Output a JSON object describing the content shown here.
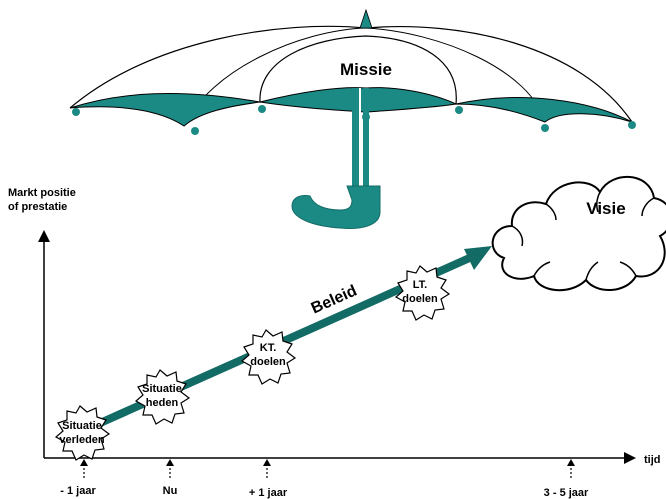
{
  "colors": {
    "teal": "#1b8a84",
    "teal_dark": "#136b66",
    "ink": "#000000",
    "paper": "#ffffff"
  },
  "umbrella": {
    "label": "Missie",
    "icon": "umbrella-icon"
  },
  "cloud": {
    "label": "Visie",
    "icon": "cloud-icon"
  },
  "axis": {
    "y_label_line1": "Markt positie",
    "y_label_line2": "of prestatie",
    "x_label": "tijd",
    "ticks": [
      "- 1 jaar",
      "Nu",
      "+ 1 jaar",
      "3 - 5 jaar"
    ]
  },
  "arrow": {
    "label": "Beleid"
  },
  "stars": [
    {
      "line1": "Situatie",
      "line2": "verleden"
    },
    {
      "line1": "Situatie",
      "line2": "heden"
    },
    {
      "line1": "KT.",
      "line2": "doelen"
    },
    {
      "line1": "LT.",
      "line2": "doelen"
    }
  ]
}
